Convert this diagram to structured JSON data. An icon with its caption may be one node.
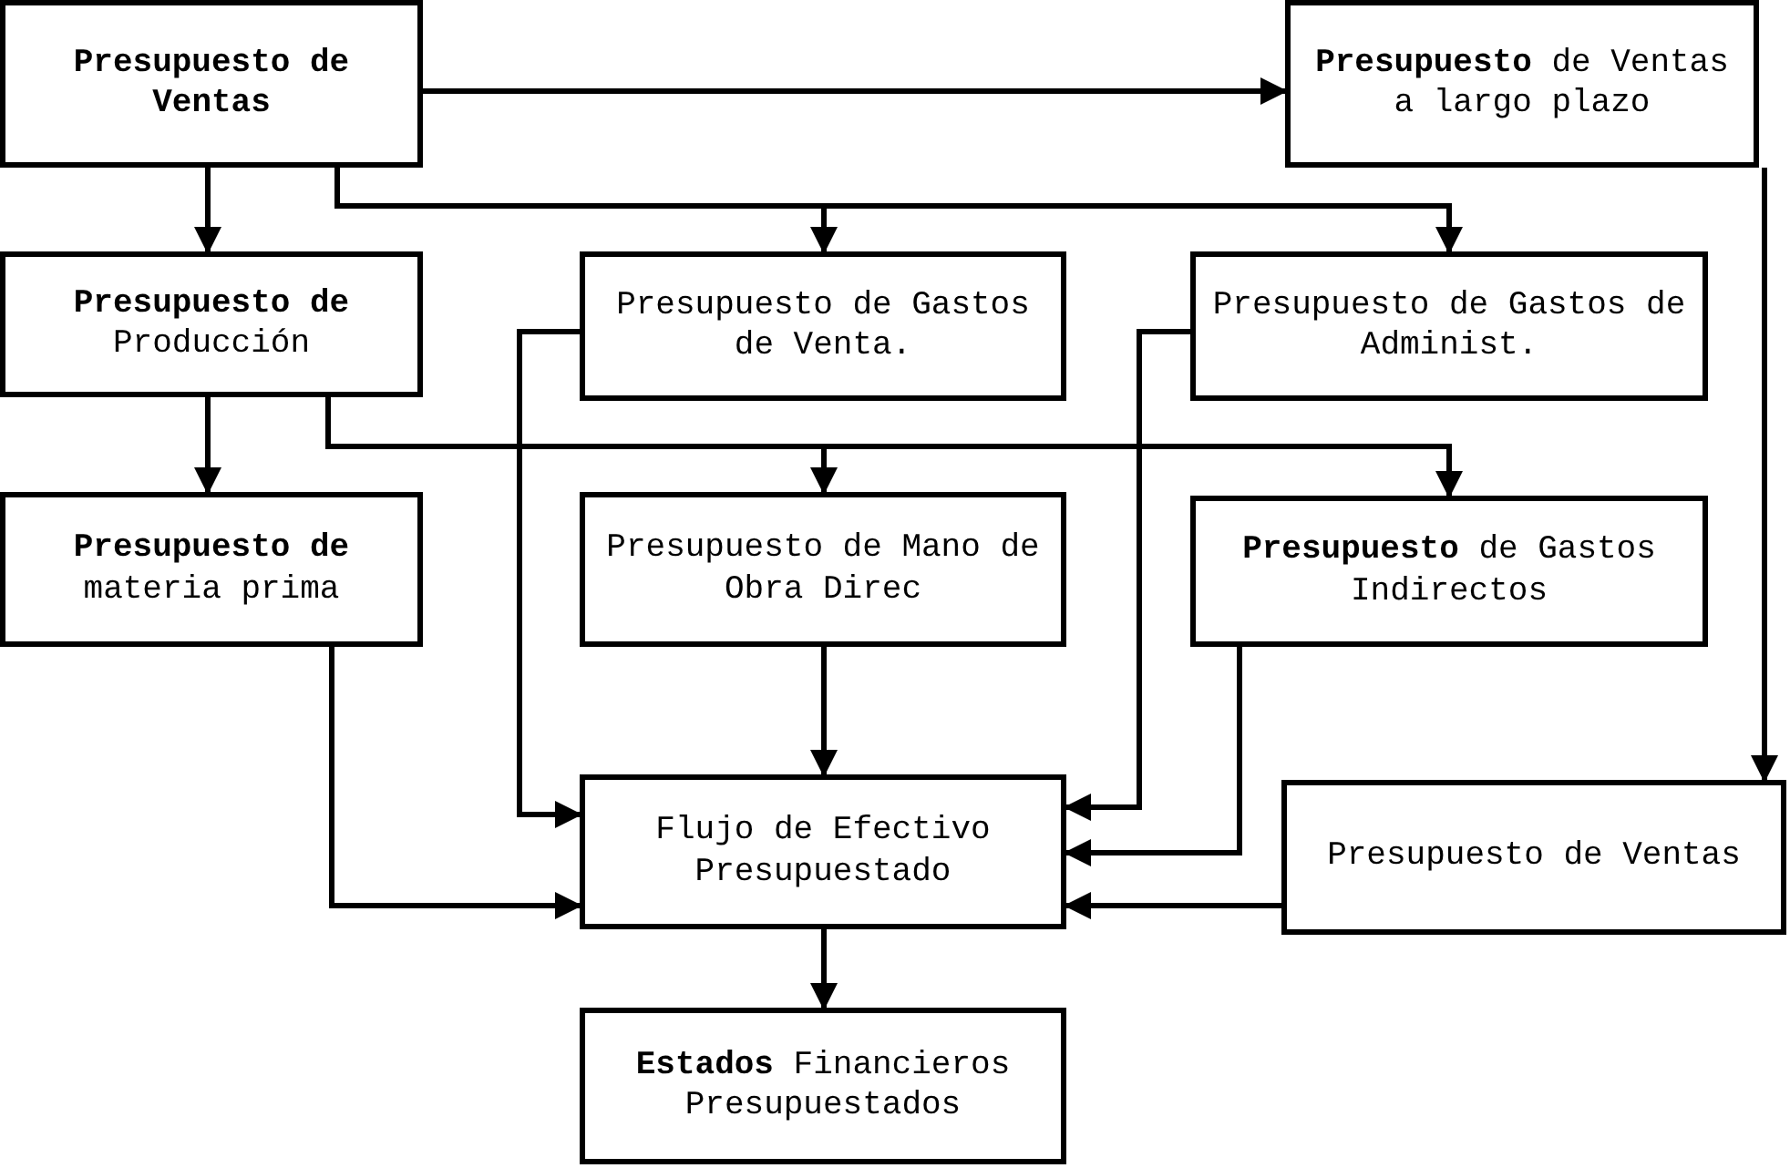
{
  "diagram": {
    "nodes": [
      {
        "text": [
          "Presupuesto de Ventas"
        ]
      },
      {
        "text": [
          "**Presupuesto** de Ventas a largo plazo"
        ]
      },
      {
        "text": [
          "**Presupuesto de** Producción"
        ]
      },
      {
        "text": [
          "Presupuesto de Gastos de Venta."
        ]
      },
      {
        "text": [
          "Presupuesto de Gastos de Administ."
        ]
      },
      {
        "text": [
          "**Presupuesto de** materia prima"
        ]
      },
      {
        "text": [
          "Presupuesto de Mano de Obra Direc"
        ]
      },
      {
        "text": [
          "**Presupuesto** de Gastos Indirectos"
        ]
      },
      {
        "text": [
          "Flujo de Efectivo Presupuestado"
        ]
      },
      {
        "text": [
          "Presupuesto de Ventas"
        ]
      },
      {
        "text": [
          "**Estados** Financieros Presupuestados"
        ]
      }
    ],
    "edges": [
      {
        "from": 0,
        "to": 1,
        "arrow": "to"
      },
      {
        "from": 0,
        "to": 2,
        "arrow": "to"
      },
      {
        "from": 0,
        "to": 3,
        "arrow": "to"
      },
      {
        "from": 0,
        "to": 4,
        "arrow": "to"
      },
      {
        "from": 2,
        "to": 5,
        "arrow": "to"
      },
      {
        "from": 2,
        "to": 6,
        "arrow": "to"
      },
      {
        "from": 2,
        "to": 7,
        "arrow": "to"
      },
      {
        "from": 3,
        "to": 8,
        "arrow": "to"
      },
      {
        "from": 4,
        "to": 8,
        "arrow": "to"
      },
      {
        "from": 5,
        "to": 8,
        "arrow": "to"
      },
      {
        "from": 6,
        "to": 8,
        "arrow": "to"
      },
      {
        "from": 7,
        "to": 8,
        "arrow": "to"
      },
      {
        "from": 1,
        "to": 9,
        "arrow": "to"
      },
      {
        "from": 9,
        "to": 8,
        "arrow": "to"
      },
      {
        "from": 8,
        "to": 10,
        "arrow": "to"
      }
    ]
  }
}
